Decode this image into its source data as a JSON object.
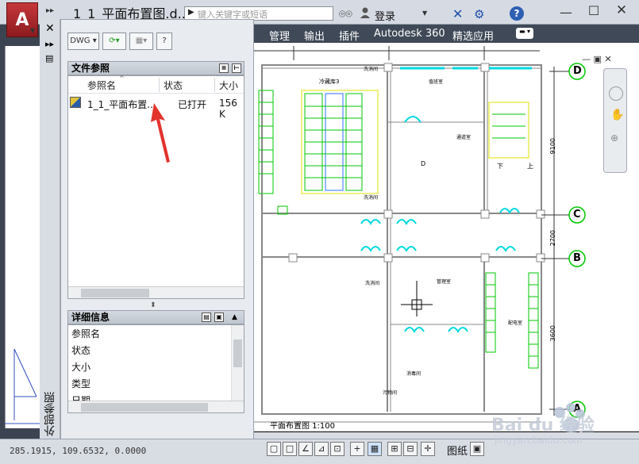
{
  "title_bar": {
    "document_title": "1_1_平面布置图.d...",
    "search_placeholder": "键入关键字或短语",
    "login_label": "登录",
    "app_letter": "A"
  },
  "ribbon": {
    "tabs": [
      "管理",
      "输出",
      "插件",
      "Autodesk 360",
      "精选应用"
    ]
  },
  "palette": {
    "vertical_title": "外部参照",
    "toolbar": [
      "DWG",
      "⟳",
      "▦",
      "?"
    ],
    "files_section_title": "文件参照",
    "columns": [
      "参照名",
      "状态",
      "大小"
    ],
    "files": [
      {
        "name": "1_1_平面布置...",
        "status": "已打开",
        "size": "156 K"
      }
    ],
    "details_section_title": "详细信息",
    "details_rows": [
      "参照名",
      "状态",
      "大小",
      "类型",
      "日期"
    ]
  },
  "drawing": {
    "grid_labels": [
      "D",
      "C",
      "B",
      "A"
    ],
    "dimensions": [
      "9100",
      "2700",
      "3600"
    ],
    "room_labels": [
      "冷藏库3",
      "值班室",
      "通道室",
      "D",
      "洗消间",
      "洗消间",
      "消毒间",
      "配电室",
      "管理室",
      "污物间",
      "洗消间",
      "上",
      "下"
    ],
    "plan_caption": "平面布置图 1:100"
  },
  "status_bar": {
    "coordinates": "285.1915, 109.6532, 0.0000",
    "paper_label": "图纸"
  },
  "watermark": {
    "brand": "Bai du 经验",
    "url": "jingyan.baidu.com"
  },
  "colors": {
    "ribbon_bg": "#3f4957",
    "canvas_bg": "#ffffff",
    "cad_green": "#00c800",
    "cad_cyan": "#00d8e0",
    "arrow_red": "#e3332d"
  }
}
